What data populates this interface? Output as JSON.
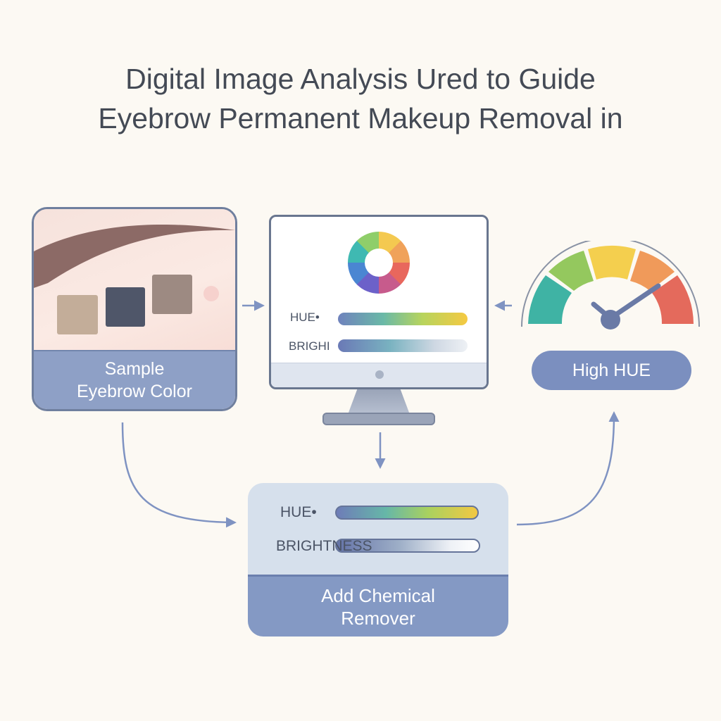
{
  "title": {
    "line1": "Digital Image Analysis Ured to Guide",
    "line2": "Eyebrow Permanent Makeup Removal in"
  },
  "sample_card": {
    "label_line1": "Sample",
    "label_line2": "Eyebrow Color",
    "swatch_colors": [
      "#c3ad99",
      "#4f5669",
      "#9d8a82"
    ]
  },
  "monitor": {
    "hue_label": "HUE•",
    "brightness_label": "BRIGHI"
  },
  "gauge": {
    "label": "High HUE",
    "colors": [
      "#3fb3a4",
      "#94c85e",
      "#f4cf4e",
      "#f09a5a",
      "#e46a5c"
    ]
  },
  "chemical_card": {
    "hue_label": "HUE•",
    "brightness_label": "BRIGHTNESS",
    "label_line1": "Add Chemical",
    "label_line2": "Remover"
  },
  "colors": {
    "accent": "#7b8fbf",
    "arrow": "#7f93c2",
    "text": "#444a55"
  }
}
